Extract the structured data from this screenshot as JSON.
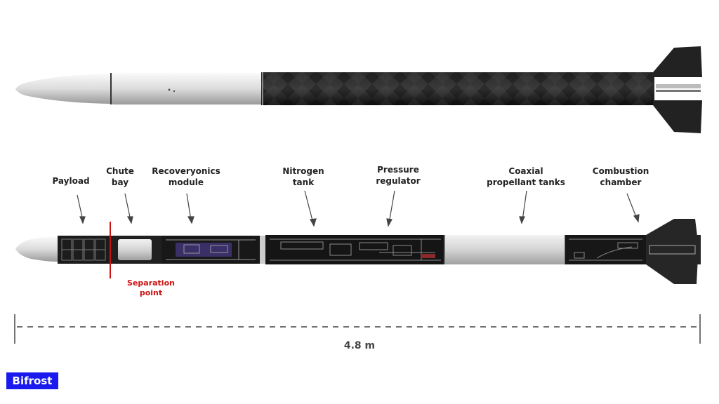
{
  "labels": [
    {
      "key": "payload",
      "text": "Payload"
    },
    {
      "key": "chute",
      "text": "Chute\nbay"
    },
    {
      "key": "recovery",
      "text": "Recoveryonics\nmodule"
    },
    {
      "key": "nitrogen",
      "text": "Nitrogen\ntank"
    },
    {
      "key": "regulator",
      "text": "Pressure\nregulator"
    },
    {
      "key": "tanks",
      "text": "Coaxial\npropellant tanks"
    },
    {
      "key": "combustion",
      "text": "Combustion\nchamber"
    }
  ],
  "separation_label": "Separation\npoint",
  "length_label": "4.8 m",
  "brand": "Bifrost",
  "colors": {
    "accent_red": "#cc1111",
    "brand_blue": "#1a1aee",
    "carbon": "#1f1f1f",
    "nose": "#e6e6e6",
    "dimension": "#444444"
  }
}
